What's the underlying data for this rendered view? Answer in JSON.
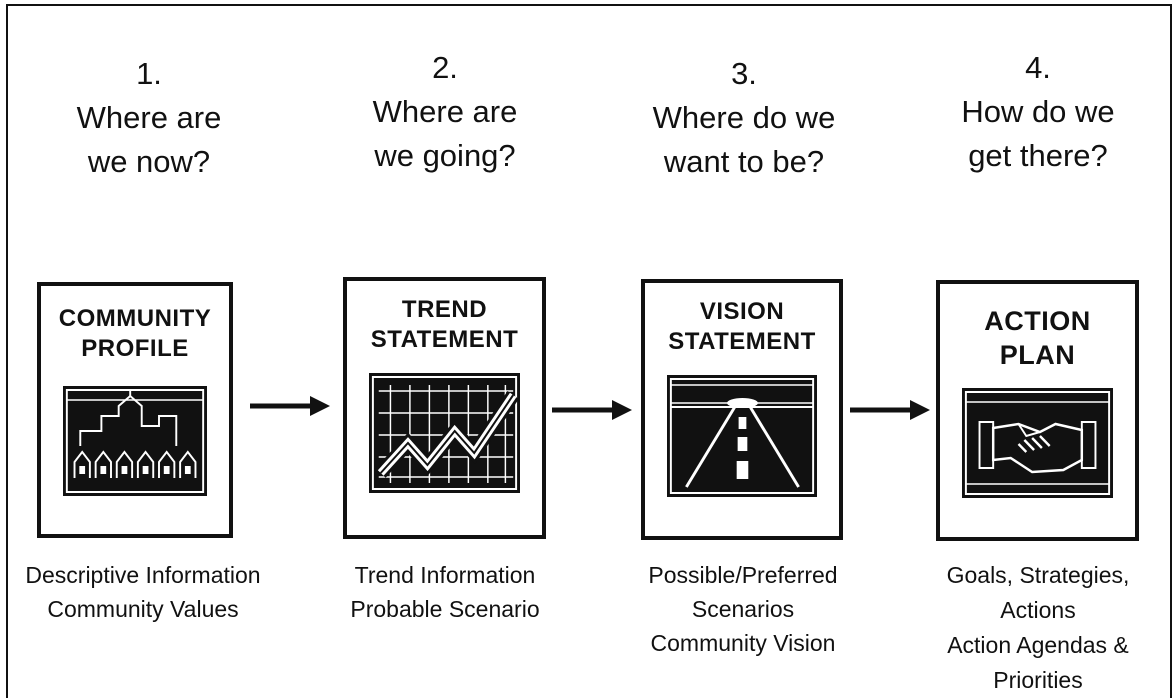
{
  "steps": [
    {
      "number": "1.",
      "question": "Where are\nwe now?",
      "title": "COMMUNITY\nPROFILE",
      "icon": "town-icon",
      "description": "Descriptive Information\nCommunity Values"
    },
    {
      "number": "2.",
      "question": "Where are\nwe going?",
      "title": "TREND\nSTATEMENT",
      "icon": "trend-chart-icon",
      "description": "Trend Information\nProbable Scenario"
    },
    {
      "number": "3.",
      "question": "Where do we\nwant to be?",
      "title": "VISION\nSTATEMENT",
      "icon": "road-horizon-icon",
      "description": "Possible/Preferred\nScenarios\nCommunity Vision"
    },
    {
      "number": "4.",
      "question": "How do we\nget there?",
      "title": "ACTION\nPLAN",
      "icon": "handshake-icon",
      "description": "Goals, Strategies,\nActions\nAction Agendas &\nPriorities"
    }
  ],
  "colors": {
    "ink": "#111111",
    "paper": "#ffffff"
  }
}
